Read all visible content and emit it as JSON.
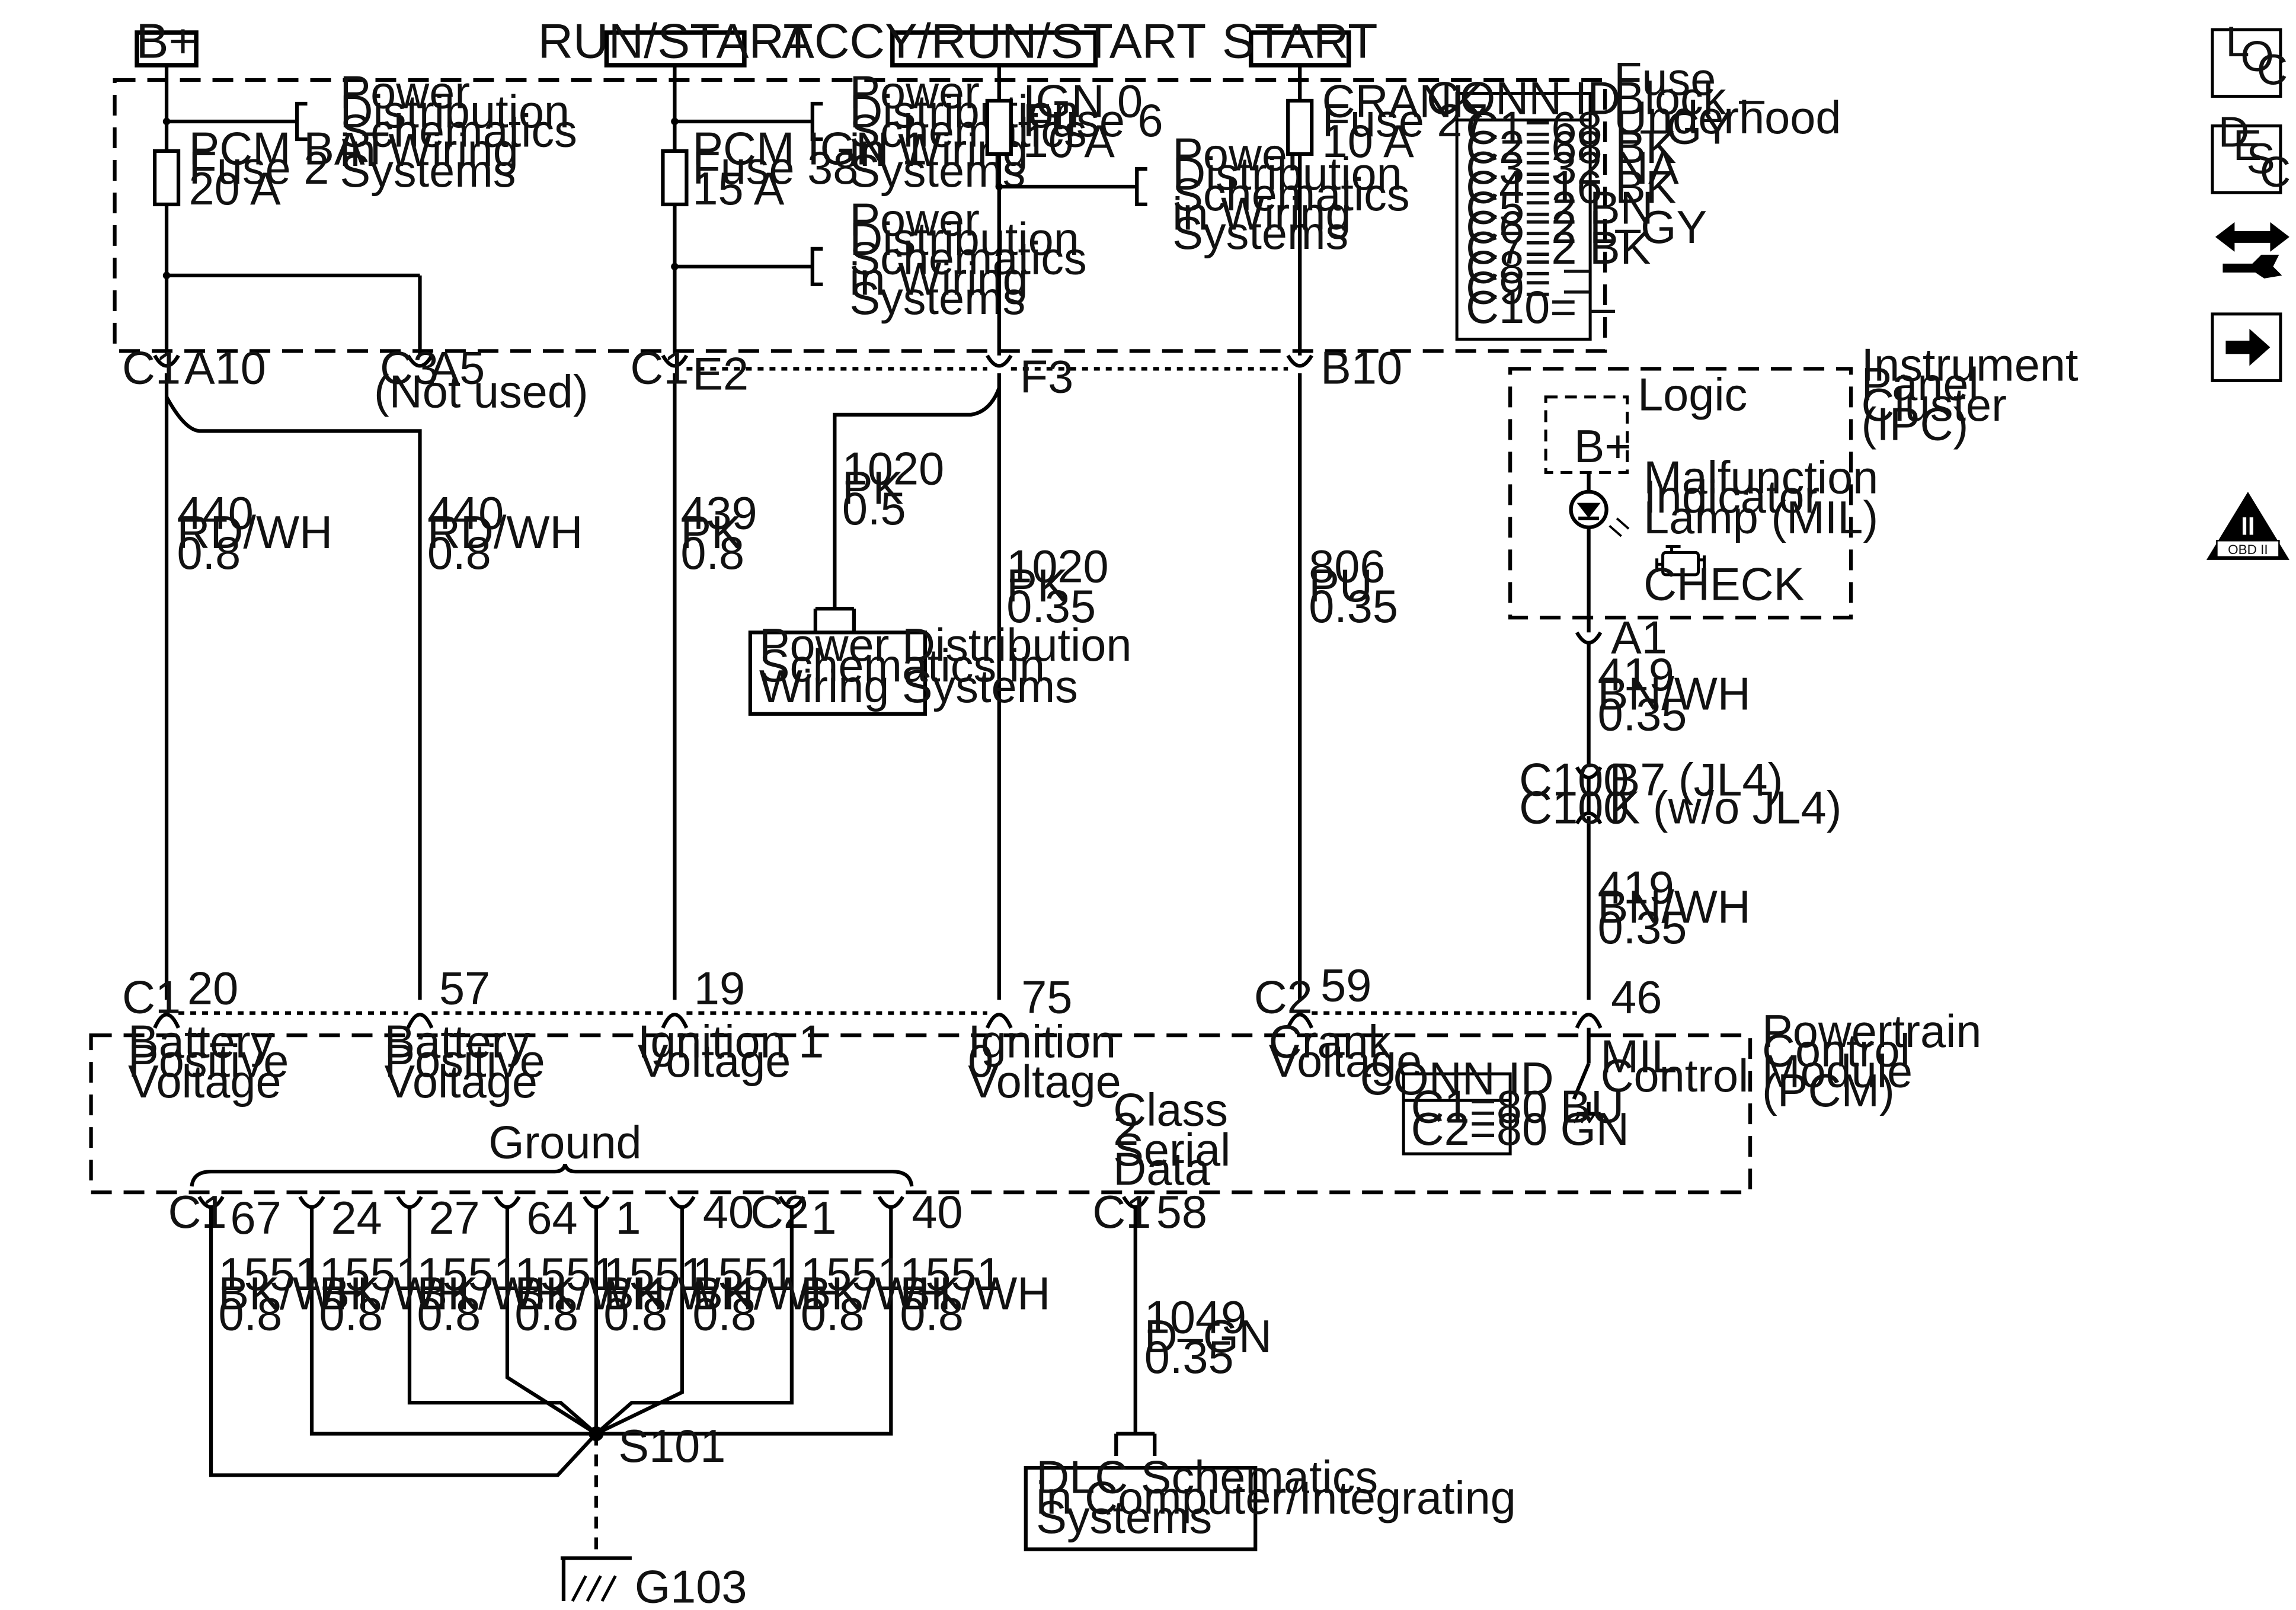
{
  "power_feeds": {
    "b_plus": "B+",
    "run_start": "RUN/START",
    "accy_run_start": "ACCY/RUN/START",
    "start": "START"
  },
  "side_icons": {
    "loc": [
      "L",
      "O",
      "C"
    ],
    "desc": [
      "D",
      "E",
      "S",
      "C"
    ],
    "tools_icon": "wrench-arrows-icon",
    "next_icon": "arrow-right-icon",
    "obd": {
      "numeral": "II",
      "text": "OBD II"
    }
  },
  "fuse_block": {
    "title_lines": [
      "Fuse",
      "Block –",
      "Underhood"
    ],
    "conn_id": {
      "header": "CONN ID",
      "rows": [
        "C1=68 L–GY",
        "C2=68 BK",
        "C3=32 NA",
        "C4=16 BK",
        "C5=2 BN",
        "C6=2 L–GY",
        "C7=2 BK",
        "C8= –",
        "C9= –",
        "C10= –"
      ]
    },
    "fuses": {
      "pcm_bat": [
        "PCM  BAT",
        "Fuse 2",
        "20 A"
      ],
      "pcm_ign1": [
        "PCM IGN 1",
        "Fuse 38",
        "15 A"
      ],
      "ign0": [
        "IGN 0",
        "Fuse 6",
        "10 A"
      ],
      "crank": [
        "CRANK",
        "Fuse 27",
        "10 A"
      ]
    },
    "pds_ref": [
      "Power",
      "Distribution",
      "Schematics",
      "in Wiring",
      "Systems"
    ]
  },
  "fuse_terminals": {
    "c1_left": "C1",
    "a10": "A10",
    "c3": "C3",
    "a5": "A5",
    "not_used": "(Not used)",
    "c1_mid": "C1",
    "e2": "E2",
    "f3": "F3",
    "b10": "B10"
  },
  "wires": {
    "w440a": [
      "440",
      "RD/WH",
      "0.8"
    ],
    "w440b": [
      "440",
      "RD/WH",
      "0.8"
    ],
    "w439": [
      "439",
      "PK",
      "0.8"
    ],
    "w1020a": [
      "1020",
      "PK",
      "0.5"
    ],
    "w1020b": [
      "1020",
      "PK",
      "0.35"
    ],
    "w806": [
      "806",
      "PU",
      "0.35"
    ],
    "w419a": [
      "419",
      "BN/WH",
      "0.35"
    ],
    "w419b": [
      "419",
      "BN/WH",
      "0.35"
    ],
    "w1049": [
      "1049",
      "D–GN",
      "0.35"
    ],
    "w1551": [
      "1551",
      "BK/WH",
      "0.8"
    ]
  },
  "pds_box": [
    "Power Distribution",
    "Schematics in",
    "Wiring  Systems"
  ],
  "ipc": {
    "title_lines": [
      "Instrument",
      "Panel",
      "Cluster",
      "(IPC)"
    ],
    "logic": "Logic",
    "b_plus": "B+",
    "mil_lines": [
      "Malfunction",
      "Indicator",
      "Lamp (MIL)"
    ],
    "check": "CHECK",
    "a1": "A1"
  },
  "inline_connectors": {
    "c100_a": "C100",
    "b7": "B7 (JL4)",
    "c100_b": "C100",
    "k": "K (w/o JL4)"
  },
  "pcm": {
    "title_lines": [
      "Powertrain",
      "Control",
      "Module",
      "(PCM)"
    ],
    "conn_id": {
      "header": "CONN ID",
      "rows": [
        "C1=80 BU",
        "C2=80 GN"
      ]
    },
    "pins_top": {
      "c1": "C1",
      "p20": "20",
      "p57": "57",
      "p19": "19",
      "p75": "75",
      "c2": "C2",
      "p59": "59",
      "p46": "46"
    },
    "func": {
      "bat1": [
        "Battery",
        "Positive",
        "Voltage"
      ],
      "bat2": [
        "Battery",
        "Positive",
        "Voltage"
      ],
      "ign1": [
        "Ignition 1",
        "Voltage"
      ],
      "ign0": [
        "Ignition",
        "0",
        "Voltage"
      ],
      "crank": [
        "Crank",
        "Voltage"
      ],
      "mil": [
        "MIL",
        "Control"
      ],
      "class2": [
        "Class",
        "2",
        "Serial",
        "Data"
      ]
    },
    "ground": "Ground",
    "pins_bottom": {
      "c1": "C1",
      "p67": "67",
      "p24": "24",
      "p27": "27",
      "p64": "64",
      "p1a": "1",
      "p40a": "40",
      "c2": "C2",
      "p1b": "1",
      "p40b": "40",
      "c1b": "C1",
      "p58": "58"
    }
  },
  "splice": "S101",
  "ground_point": "G103",
  "dlc_box": [
    "DLC Schematics",
    "in Computer/Integrating",
    "Systems"
  ]
}
